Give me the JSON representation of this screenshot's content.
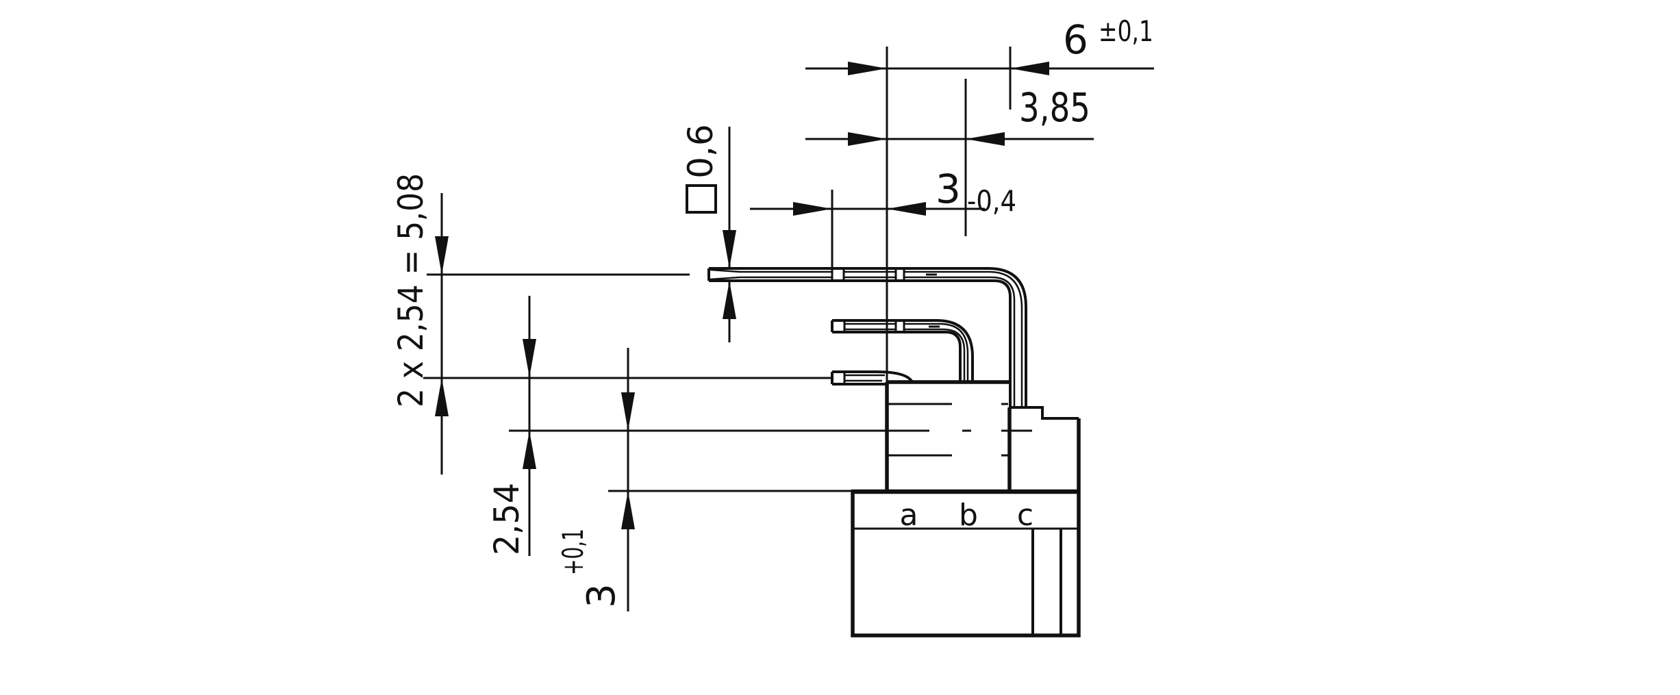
{
  "drawing": {
    "background": "#ffffff",
    "line_color": "#111111",
    "pin_labels": {
      "a": "a",
      "b": "b",
      "c": "c"
    },
    "dimensions": {
      "top_width": {
        "value": "6",
        "tolerance": "±0,1"
      },
      "leg_b_offset": {
        "value": "3,85"
      },
      "leg_tail": {
        "value": "3",
        "tolerance": "-0,4"
      },
      "pin_cross_section": {
        "value": "0,6",
        "symbol": "square"
      },
      "row_pitch_total": {
        "value": "2 x 2,54 = 5,08"
      },
      "row_pitch": {
        "value": "2,54"
      },
      "seating_height": {
        "value": "3",
        "tolerance": "+0,1"
      }
    }
  }
}
